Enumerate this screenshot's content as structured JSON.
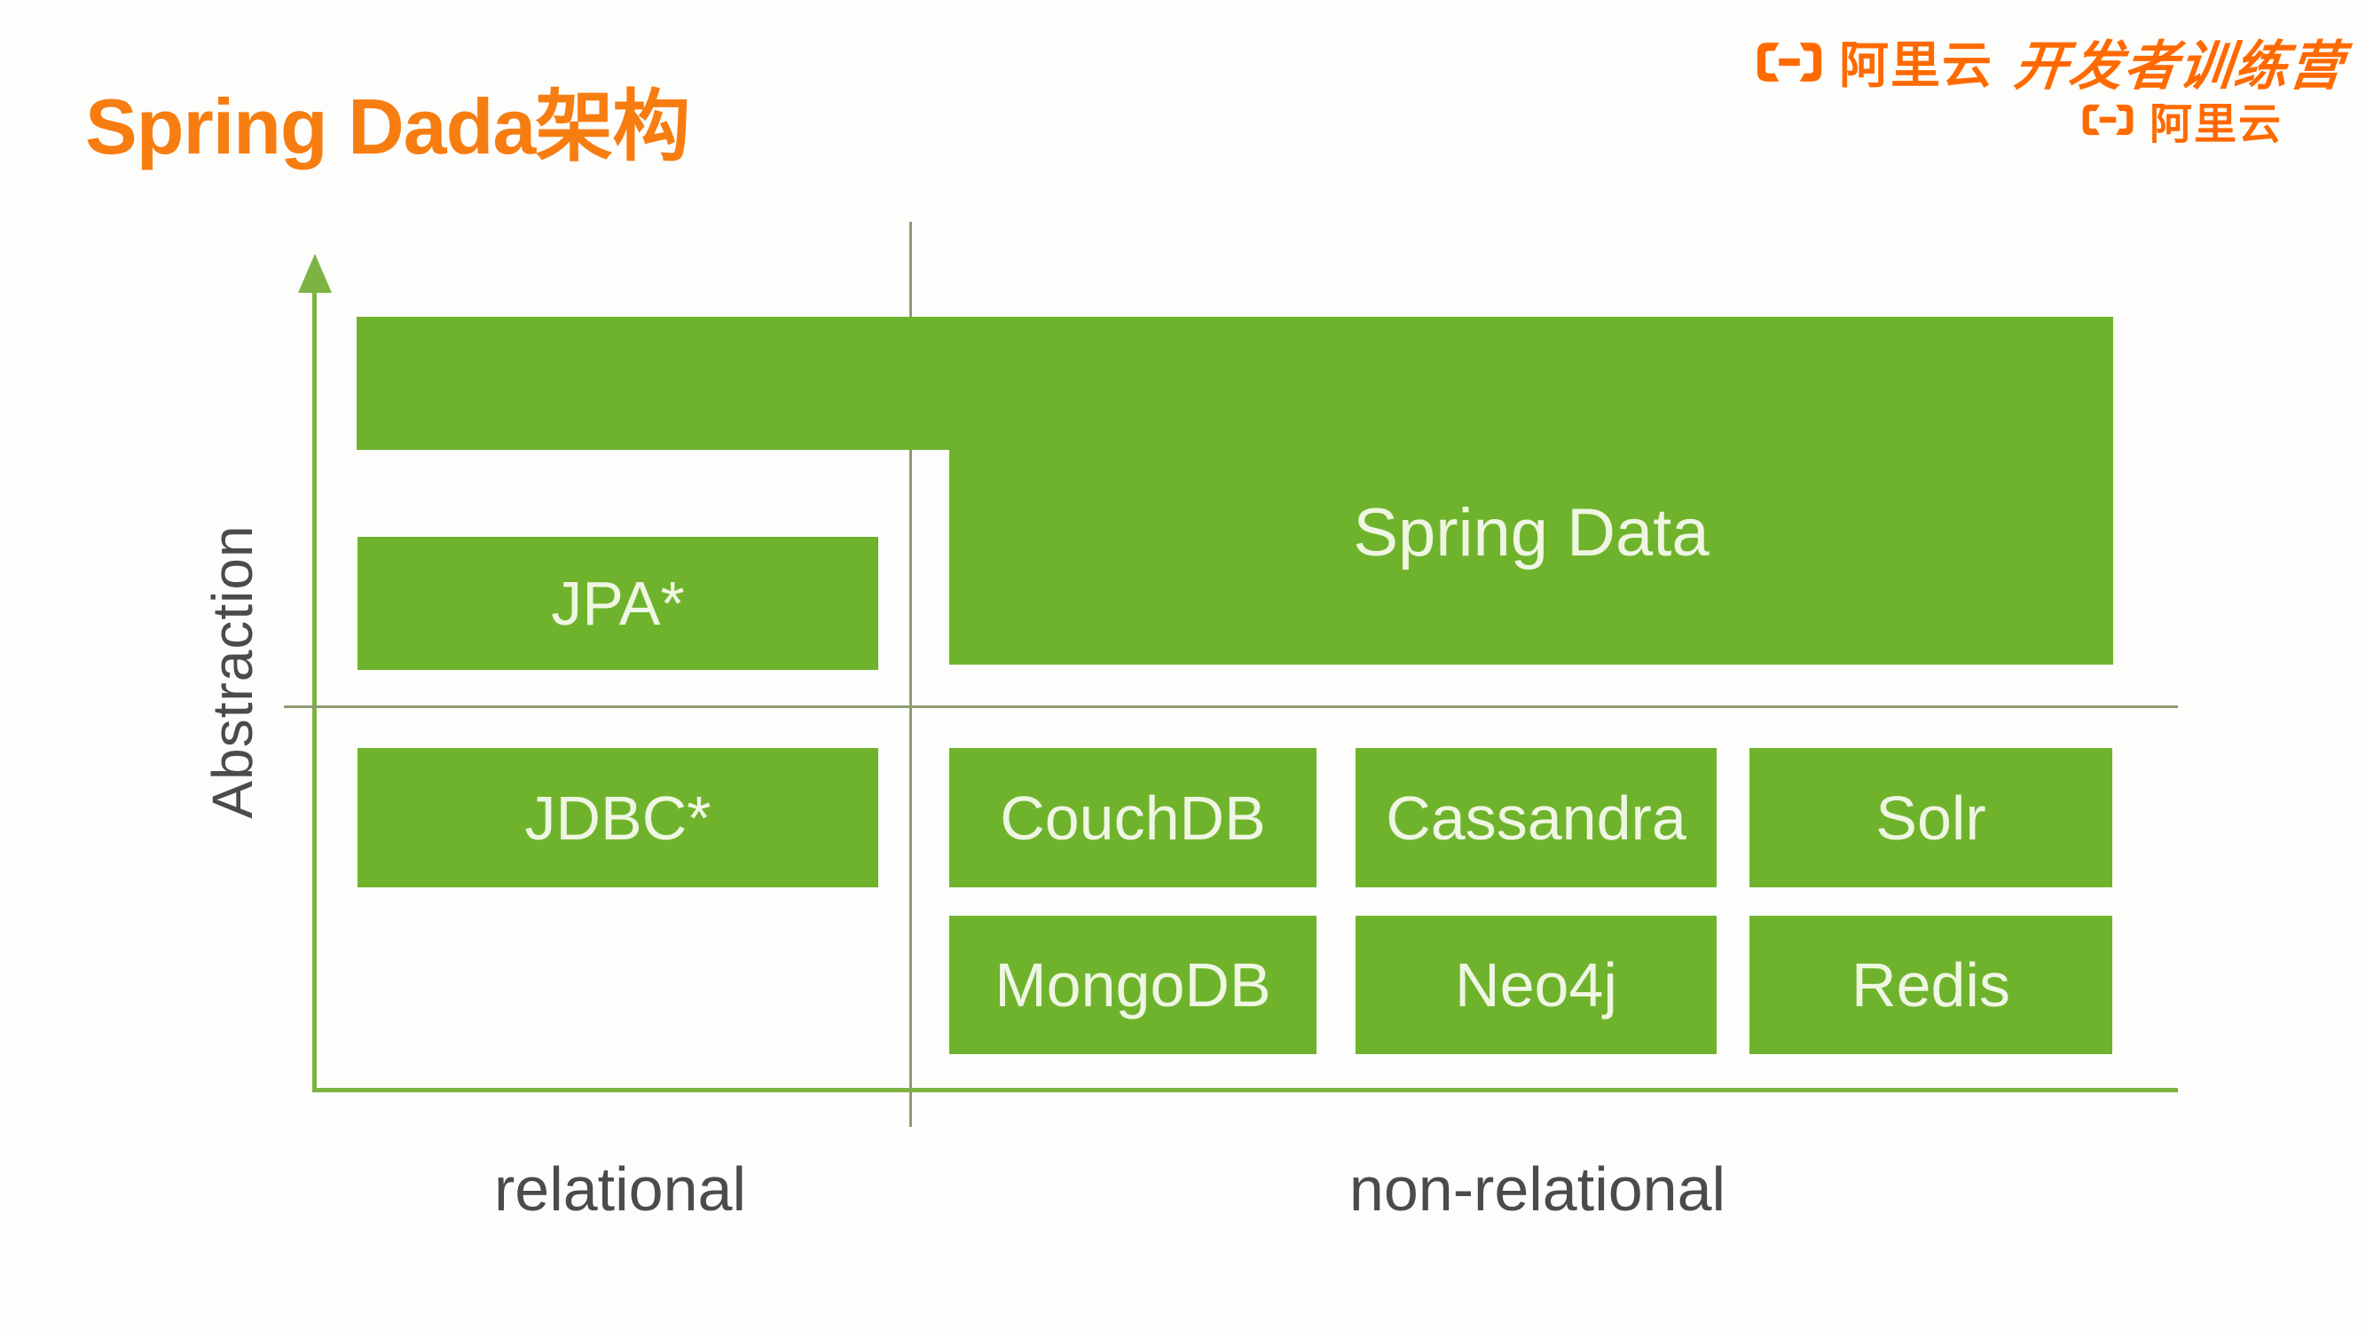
{
  "title": "Spring Dada架构",
  "header_logo": {
    "line1_brand": "阿里云",
    "line1_program": "开发者训练营",
    "line2_brand": "阿里云"
  },
  "diagram": {
    "y_axis_label": "Abstraction",
    "x_categories": {
      "left": "relational",
      "right": "non-relational"
    },
    "spring_data": "Spring Data",
    "relational_boxes": [
      "JPA*",
      "JDBC*"
    ],
    "non_relational_boxes": [
      [
        "CouchDB",
        "Cassandra",
        "Solr"
      ],
      [
        "MongoDB",
        "Neo4j",
        "Redis"
      ]
    ]
  },
  "colors": {
    "title_orange": "#f87d11",
    "logo_orange": "#ff6a00",
    "box_green": "#6fb32c",
    "axis_green": "#7cb342",
    "divider_gray_green": "#8d9c72",
    "label_gray": "#4b4b4b",
    "box_text": "#eff6e3"
  }
}
